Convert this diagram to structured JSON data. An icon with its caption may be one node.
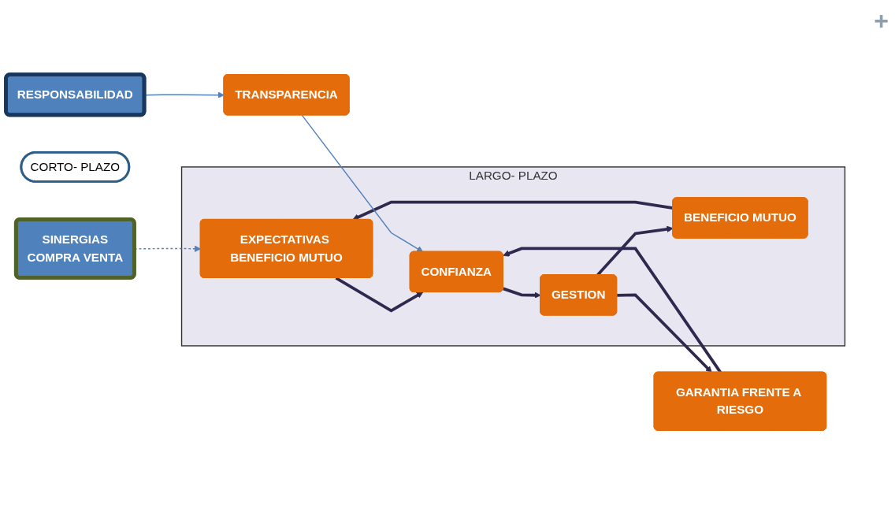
{
  "diagram": {
    "nodes": [
      {
        "text": [
          "SINERGIAS",
          "COMPRA VENTA"
        ]
      },
      {
        "text": [
          "CORTO- PLAZO"
        ]
      },
      {
        "text": [
          "GARANTIA FRENTE A RIESGO"
        ]
      },
      {
        "text": [
          "LARGO- PLAZO"
        ]
      },
      {
        "text": [
          "EXPECTATIVAS BENEFICIO MUTUO"
        ],
        "in": 3
      },
      {
        "text": [
          "CONFIANZA"
        ],
        "in": 3
      },
      {
        "text": [
          "GESTION"
        ],
        "in": 3
      },
      {
        "text": [
          "BENEFICIO MUTUO"
        ],
        "in": 3
      },
      {
        "text": [
          "TRANSPARENCIA"
        ]
      },
      {
        "text": [
          "RESPONSABILIDAD"
        ]
      }
    ],
    "edges": [
      {
        "from": 0,
        "to": 4,
        "arrow": "to",
        "style": "dashed",
        "color": "#4f81bd"
      },
      {
        "from": 4,
        "to": 5,
        "arrow": "to"
      },
      {
        "from": 5,
        "to": 6,
        "arrow": "to"
      },
      {
        "from": 6,
        "to": 7,
        "arrow": "to"
      },
      {
        "from": 6,
        "to": 2,
        "arrow": "to"
      },
      {
        "from": 2,
        "to": 5,
        "arrow": "to"
      },
      {
        "from": 7,
        "to": 4,
        "arrow": "to"
      },
      {
        "from": 8,
        "to": 5,
        "arrow": "to",
        "color": "#4f81bd"
      },
      {
        "from": 9,
        "to": 8,
        "arrow": "to",
        "color": "#4f81bd"
      }
    ],
    "labels": [
      "+"
    ]
  }
}
